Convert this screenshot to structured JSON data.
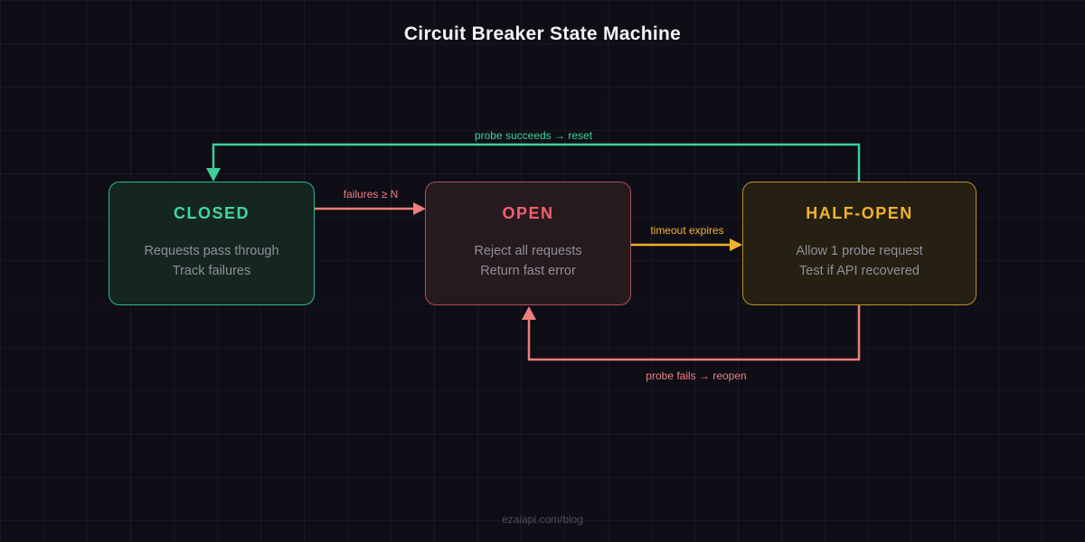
{
  "title": "Circuit Breaker State Machine",
  "footer": "ezaiapi.com/blog",
  "colors": {
    "background": "#0f0e17",
    "grid_line": "#1c1b26",
    "closed_accent": "#3fd89d",
    "open_accent": "#f25f70",
    "half_open_accent": "#f2b32c",
    "transition_pink": "#f17c7c",
    "transition_green": "#3dcf9b",
    "transition_gold": "#f2b32c",
    "body_text": "#8f8f99"
  },
  "states": [
    {
      "id": "closed",
      "label": "CLOSED",
      "lines": [
        "Requests pass through",
        "Track failures"
      ]
    },
    {
      "id": "open",
      "label": "OPEN",
      "lines": [
        "Reject all requests",
        "Return fast error"
      ]
    },
    {
      "id": "half_open",
      "label": "HALF-OPEN",
      "lines": [
        "Allow 1 probe request",
        "Test if API recovered"
      ]
    }
  ],
  "transitions": [
    {
      "from": "CLOSED",
      "to": "OPEN",
      "label": "failures ≥ N"
    },
    {
      "from": "OPEN",
      "to": "HALF-OPEN",
      "label": "timeout expires"
    },
    {
      "from": "HALF-OPEN",
      "to": "CLOSED",
      "label": "probe succeeds → reset"
    },
    {
      "from": "HALF-OPEN",
      "to": "OPEN",
      "label": "probe fails → reopen"
    }
  ]
}
